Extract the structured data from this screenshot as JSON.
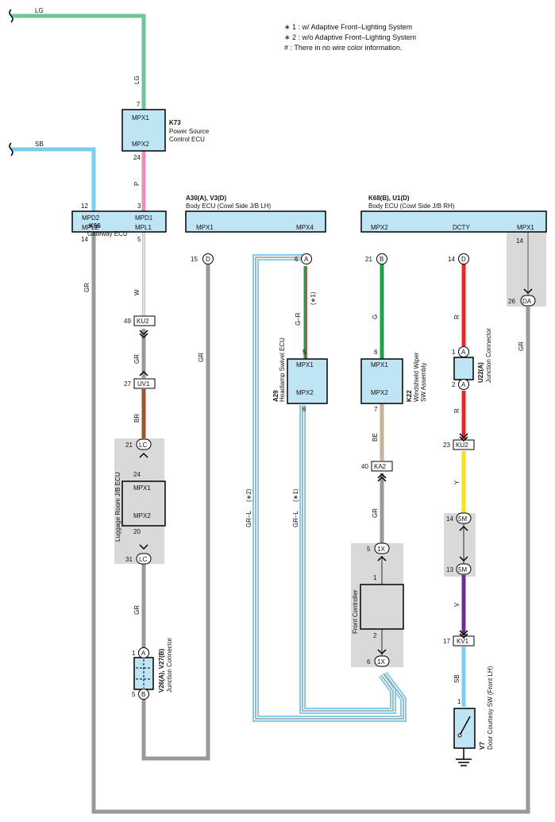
{
  "notes": [
    "∗ 1 : w/ Adaptive Front–Lighting System",
    "∗ 2 : w/o Adaptive Front–Lighting System",
    "# : There in no wire color information."
  ],
  "colors": {
    "ecu_fill": "#bfe5f5",
    "shade": "#d9d9d9",
    "wire_lg": "#6fc696",
    "wire_sb": "#7ccdf0",
    "wire_p": "#f08bc0",
    "wire_gr": "#999999",
    "wire_br": "#a0522d",
    "wire_g": "#1aa34a",
    "wire_r": "#e8262c",
    "wire_y": "#f7e11a",
    "wire_v": "#6a2e8f",
    "wire_be": "#c4b29a"
  },
  "wires": {
    "lg": "LG",
    "sb": "SB",
    "p": "P",
    "gr": "GR",
    "w": "W",
    "br": "BR",
    "g": "G",
    "r": "R",
    "y": "Y",
    "v": "V",
    "be": "BE",
    "gr_l": "GR–L",
    "g_r": "G–R",
    "note1": "(∗1)",
    "note2": "(∗2)"
  },
  "k73": {
    "code": "K73",
    "name1": "Power Source",
    "name2": "Control ECU",
    "mpx1": "MPX1",
    "mpx2": "MPX2",
    "pin_top": "7",
    "pin_bot": "24"
  },
  "k66": {
    "code": "K66",
    "name": "Gateway ECU",
    "mpd2": "MPD2",
    "mpd1": "MPD1",
    "mpl2": "MPL2",
    "mpl1": "MPL1",
    "pin_mpd2": "12",
    "pin_mpd1": "3",
    "pin_mpl2": "14",
    "pin_mpl1": "5"
  },
  "a30": {
    "code": "A30(A), V3(D)",
    "name": "Body ECU (Cowl Side J/B LH)",
    "mpx1": "MPX1",
    "mpx4": "MPX4",
    "pin1": "15",
    "conn1": "D",
    "pin4": "6",
    "conn4": "A"
  },
  "k68": {
    "code": "K68(B), U1(D)",
    "name": "Body ECU (Cowl Side J/B RH)",
    "mpx2": "MPX2",
    "dcty": "DCTY",
    "mpx1": "MPX1",
    "pin_mpx2": "21",
    "conn_mpx2": "B",
    "pin_dcty": "14",
    "conn_dcty": "D",
    "pin_mpx1": "14"
  },
  "da": {
    "pin": "26",
    "conn": "DA"
  },
  "a29": {
    "code": "A29",
    "name": "Headlamp Swivel ECU",
    "mpx1": "MPX1",
    "mpx2": "MPX2",
    "pin_top": "5",
    "pin_bot": "6"
  },
  "k22": {
    "code": "K22",
    "name1": "Windshield Wiper",
    "name2": "SW Assembly",
    "mpx1": "MPX1",
    "mpx2": "MPX2",
    "pin_top": "6",
    "pin_bot": "7"
  },
  "u22": {
    "code": "U22(A)",
    "name": "Junction Connector",
    "pin_a1": "1",
    "pin_a2": "2",
    "conn": "A"
  },
  "luggage": {
    "name": "Luggage Room J/B ECU",
    "mpx1": "MPX1",
    "mpx2": "MPX2",
    "pin_top": "24",
    "pin_bot": "20",
    "conn_top_pin": "21",
    "conn_bot_pin": "31",
    "conn": "LC"
  },
  "ku2_left": {
    "pin": "49",
    "name": "KU2"
  },
  "uv1": {
    "pin": "27",
    "name": "UV1"
  },
  "v26": {
    "code": "V26(A), V27(B)",
    "name": "Junction Connector",
    "pin_a": "1",
    "conn_a": "A",
    "pin_b": "5",
    "conn_b": "B"
  },
  "ku2_right": {
    "pin": "23",
    "name": "KU2"
  },
  "ka2": {
    "pin": "40",
    "name": "KA2"
  },
  "kv1": {
    "pin": "17",
    "name": "KV1"
  },
  "conn5m": {
    "pin_top": "14",
    "pin_bot": "13",
    "name": "5M"
  },
  "front": {
    "name": "Front Controller",
    "pin_top": "1",
    "pin_bot": "2",
    "conn_top_pin": "5",
    "conn_bot_pin": "6",
    "conn": "1X"
  },
  "v7": {
    "code": "V7",
    "name": "Door Courtesy SW (Front LH)",
    "pin": "1"
  }
}
